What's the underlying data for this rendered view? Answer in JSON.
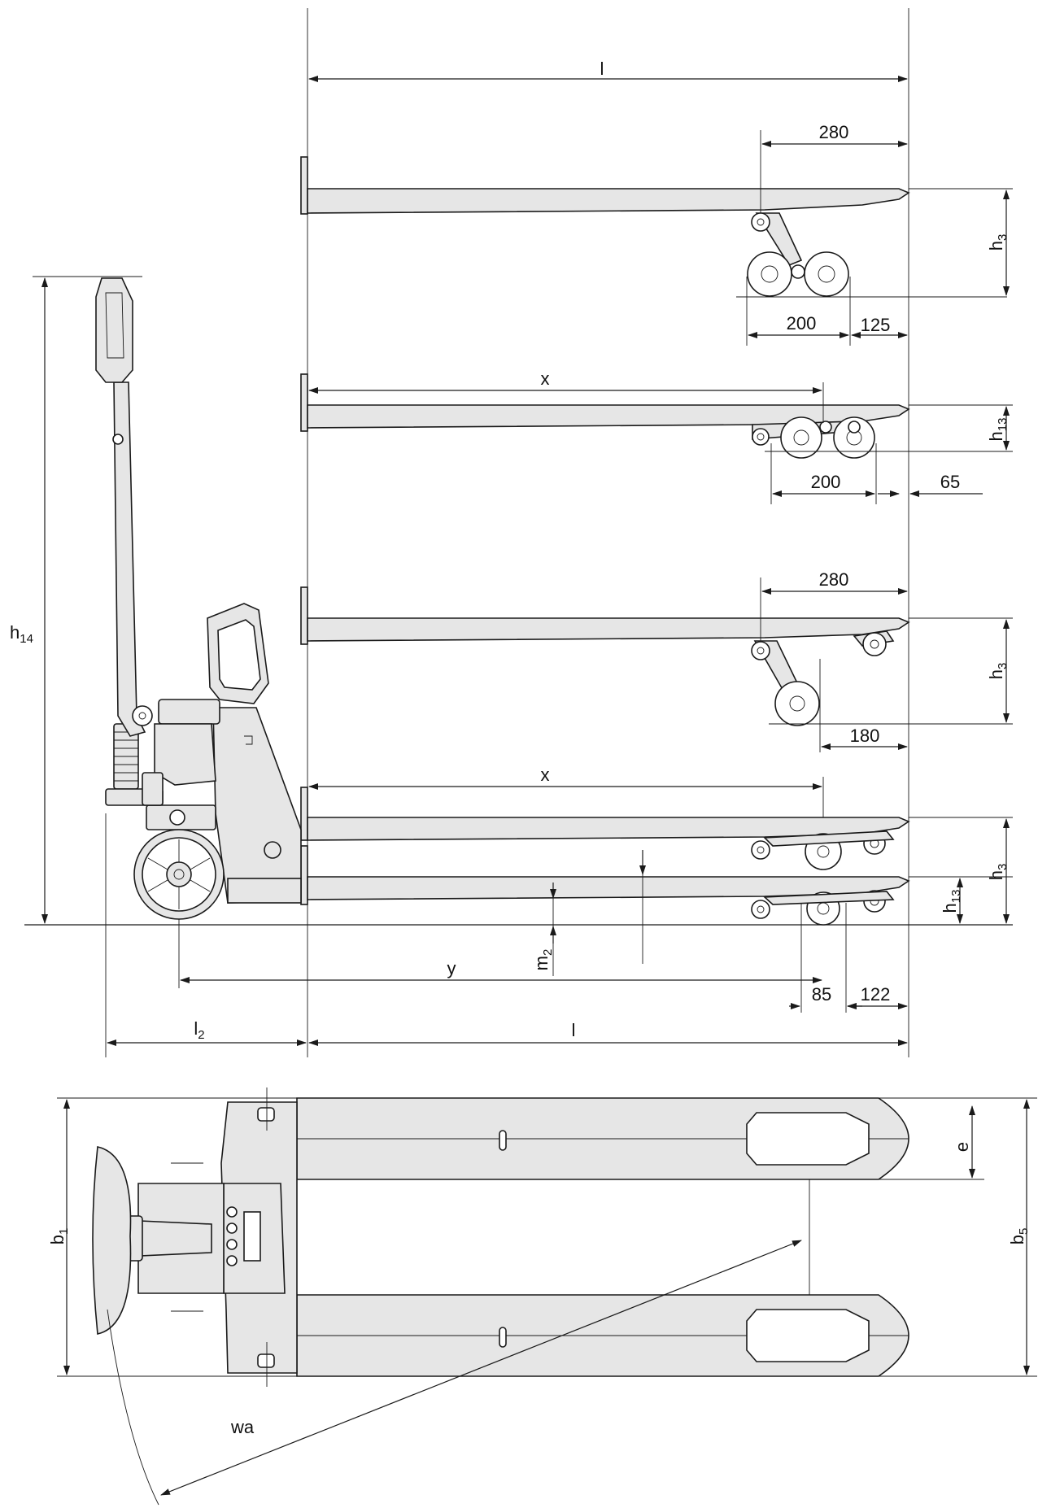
{
  "dimensions": {
    "l_top": "l",
    "l_bottom": "l",
    "l2_base": "l",
    "l2_sub": "2",
    "x_1": "x",
    "x_2": "x",
    "y": "y",
    "h14_base": "h",
    "h14_sub": "14",
    "h3_base": "h",
    "h3_sub": "3",
    "h13_base": "h",
    "h13_sub": "13",
    "m2_base": "m",
    "m2_sub": "2",
    "b1_base": "b",
    "b1_sub": "1",
    "b5_base": "b",
    "b5_sub": "5",
    "e": "e",
    "wa": "wa",
    "v280_a": "280",
    "v200_a": "200",
    "v125": "125",
    "v200_b": "200",
    "v65": "65",
    "v280_b": "280",
    "v180": "180",
    "v85": "85",
    "v122": "122"
  }
}
